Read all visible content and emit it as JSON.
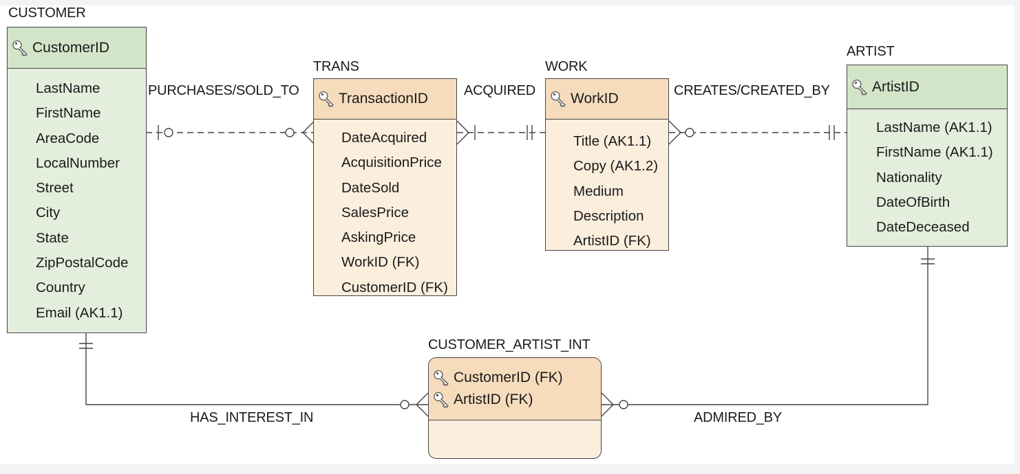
{
  "entities": {
    "customer": {
      "name": "CUSTOMER",
      "pk": "CustomerID",
      "attributes": [
        "LastName",
        "FirstName",
        "AreaCode",
        "LocalNumber",
        "Street",
        "City",
        "State",
        "ZipPostalCode",
        "Country",
        "Email (AK1.1)"
      ]
    },
    "trans": {
      "name": "TRANS",
      "pk": "TransactionID",
      "attributes": [
        "DateAcquired",
        "AcquisitionPrice",
        "DateSold",
        "SalesPrice",
        "AskingPrice",
        "WorkID (FK)",
        "CustomerID (FK)"
      ]
    },
    "work": {
      "name": "WORK",
      "pk": "WorkID",
      "attributes": [
        "Title (AK1.1)",
        "Copy (AK1.2)",
        "Medium",
        "Description",
        "ArtistID (FK)"
      ]
    },
    "artist": {
      "name": "ARTIST",
      "pk": "ArtistID",
      "attributes": [
        "LastName (AK1.1)",
        "FirstName (AK1.1)",
        "Nationality",
        "DateOfBirth",
        "DateDeceased"
      ]
    },
    "customer_artist_int": {
      "name": "CUSTOMER_ARTIST_INT",
      "keys": [
        "CustomerID (FK)",
        "ArtistID (FK)"
      ]
    }
  },
  "relationships": {
    "purchases": "PURCHASES/SOLD_TO",
    "acquired": "ACQUIRED",
    "creates": "CREATES/CREATED_BY",
    "has_interest": "HAS_INTEREST_IN",
    "admired_by": "ADMIRED_BY"
  },
  "colors": {
    "strong_entity": "#e3eedd",
    "strong_entity_key": "#d2e5c8",
    "weak_entity": "#fbeedd",
    "weak_entity_key": "#f6dcbd",
    "line": "#444444"
  },
  "icons": {
    "key": "key-icon"
  }
}
